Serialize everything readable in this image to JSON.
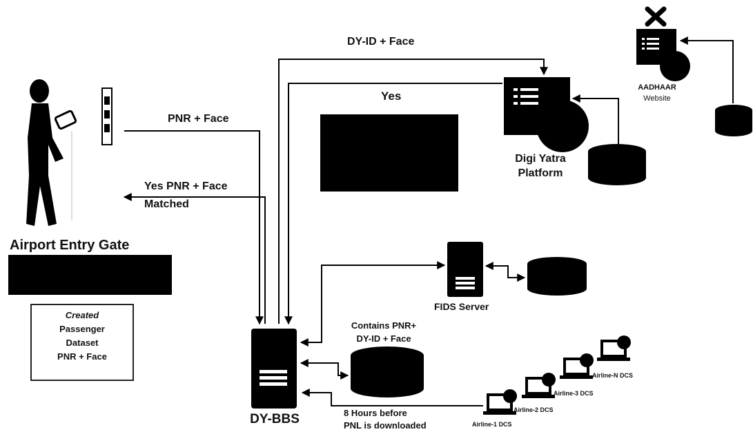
{
  "colors": {
    "ink": "#000000",
    "background": "#ffffff"
  },
  "edges": {
    "dyid_face": "DY-ID + Face",
    "pnr_face": "PNR + Face",
    "yes_matched_line1": "Yes PNR + Face",
    "yes_matched_line2": "Matched",
    "yes": "Yes",
    "contains_line1": "Contains PNR+",
    "contains_line2": "DY-ID + Face",
    "pnl_line1": "8 Hours before",
    "pnl_line2": "PNL is downloaded"
  },
  "nodes": {
    "gate": "Airport Entry Gate",
    "dataset_line1": "Created",
    "dataset_line2": "Passenger",
    "dataset_line3": "Dataset",
    "dataset_line4": "PNR + Face",
    "digiyatra_line1": "Digi Yatra",
    "digiyatra_line2": "Platform",
    "aadhaar_line1": "AADHAAR",
    "aadhaar_line2": "Website",
    "fids": "FIDS Server",
    "dybbs": "DY-BBS",
    "airline1": "Airline-1 DCS",
    "airline2": "Airline-2 DCS",
    "airline3": "Airline-3 DCS",
    "airlineN": "Airline-N DCS"
  },
  "icons": [
    "person-icon",
    "gate-icon",
    "server-icon",
    "database-icon",
    "laptop-icon",
    "close-icon",
    "website-icon"
  ]
}
